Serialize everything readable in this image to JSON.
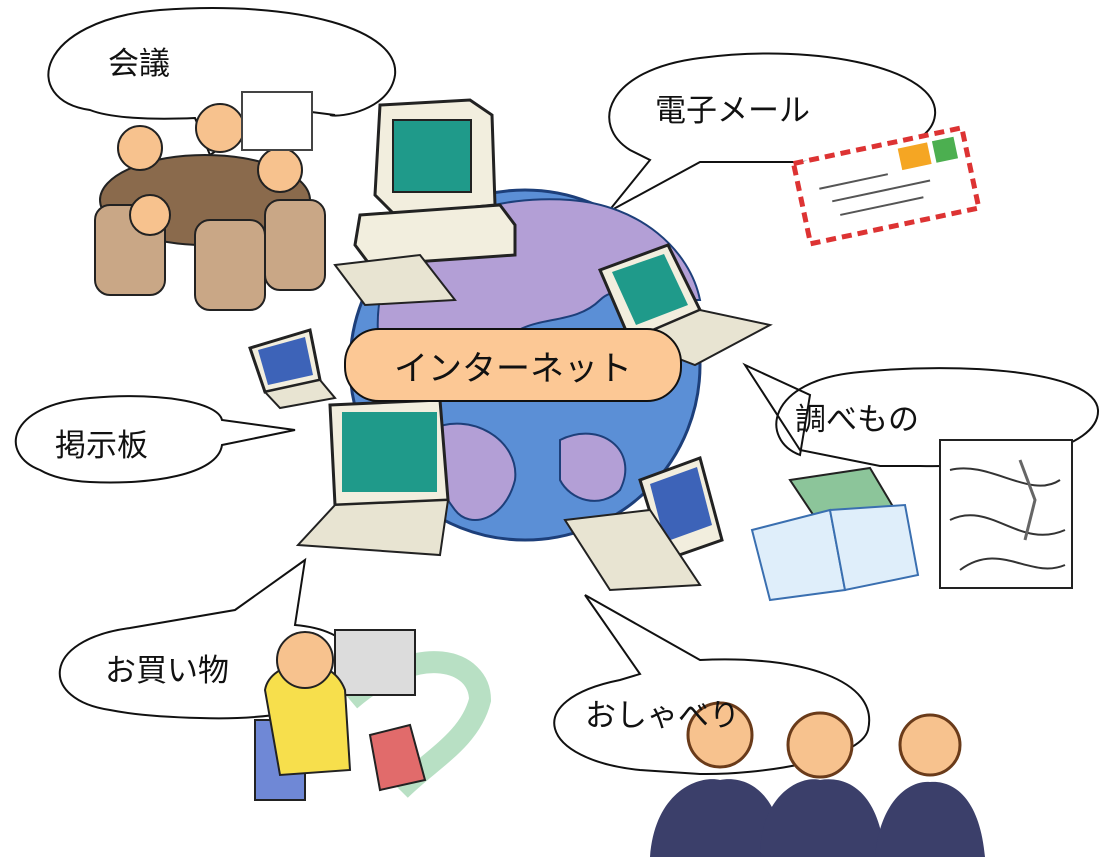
{
  "center": {
    "label": "インターネット"
  },
  "bubbles": {
    "meeting": "会議",
    "email": "電子メール",
    "research": "調べもの",
    "bbs": "掲示板",
    "shopping": "お買い物",
    "chat": "おしゃべり"
  },
  "colors": {
    "center_fill": "#fcc895",
    "ocean": "#5b8fd6",
    "land": "#b39fd6",
    "screen": "#1f9a8a",
    "computer_body": "#f2eede"
  },
  "icons": [
    "meeting-illustration",
    "airmail-envelope-icon",
    "desktop-computer-icon",
    "laptop-icon",
    "globe-icon",
    "book-icon",
    "weather-map-icon",
    "shopping-woman-illustration",
    "chatting-women-illustration"
  ]
}
